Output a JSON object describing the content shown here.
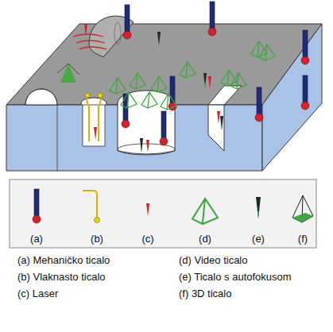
{
  "diagram": {
    "labels": [
      "(a)",
      "(b)",
      "(c)",
      "(d)",
      "(e)",
      "(f)"
    ],
    "legend": [
      {
        "text": "(a) Mehaničko ticalo"
      },
      {
        "text": "(b) Vlaknasto ticalo"
      },
      {
        "text": "(c) Laser"
      },
      {
        "text": "(d) Video ticalo"
      },
      {
        "text": "(e) Ticalo s autofokusom"
      },
      {
        "text": "(f) 3D ticalo"
      }
    ]
  }
}
